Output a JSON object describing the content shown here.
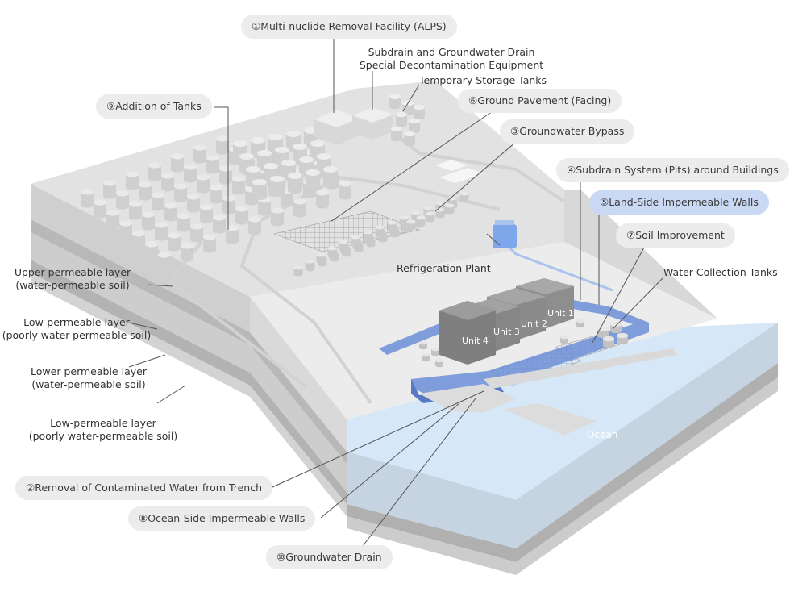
{
  "callouts": {
    "alps": "①Multi-nuclide Removal Facility (ALPS)",
    "ground_pavement": "⑥Ground Pavement (Facing)",
    "groundwater_bypass": "③Groundwater Bypass",
    "addition_of_tanks": "⑨Addition of Tanks",
    "subdrain_system": "④Subdrain System (Pits) around Buildings",
    "land_side_walls": "⑤Land-Side Impermeable Walls",
    "soil_improvement": "⑦Soil Improvement",
    "removal_trench": "②Removal of Contaminated Water from Trench",
    "ocean_side_walls": "⑧Ocean-Side Impermeable Walls",
    "groundwater_drain": "⑩Groundwater Drain"
  },
  "labels": {
    "subdrain_line1": "Subdrain and Groundwater Drain",
    "subdrain_line2": "Special Decontamination Equipment",
    "temp_storage": "Temporary Storage Tanks",
    "refrigeration": "Refrigeration Plant",
    "water_collection": "Water Collection Tanks",
    "ocean": "Ocean"
  },
  "units": {
    "u1": "Unit 1",
    "u2": "Unit 2",
    "u3": "Unit 3",
    "u4": "Unit 4"
  },
  "layers": {
    "upper_1": "Upper permeable layer",
    "upper_2": "(water-permeable soil)",
    "low1_1": "Low-permeable layer",
    "low1_2": "(poorly water-permeable soil)",
    "lower_1": "Lower permeable layer",
    "lower_2": "(water-permeable soil)",
    "low2_1": "Low-permeable layer",
    "low2_2": "(poorly water-permeable soil)"
  },
  "colors": {
    "ground": "#e6e6e6",
    "wall_blue": "#6d8fd8",
    "ocean": "#d6e8f7",
    "highlight": "#c9d8f3"
  }
}
